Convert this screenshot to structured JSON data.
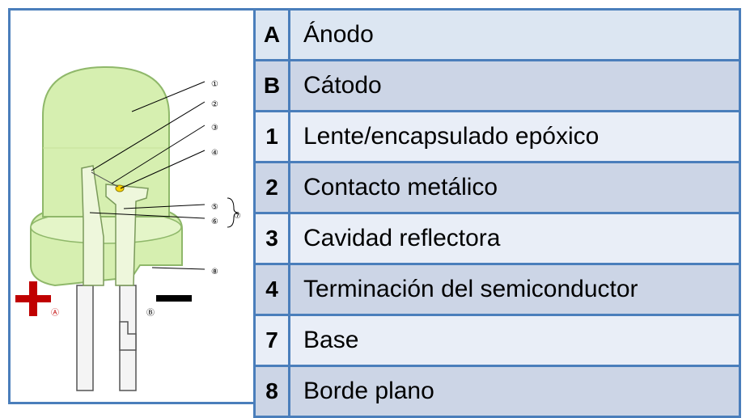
{
  "diagram": {
    "callouts": [
      "①",
      "②",
      "③",
      "④",
      "⑤",
      "⑥",
      "⑦",
      "⑧"
    ],
    "anode_label": "Ⓐ",
    "cathode_label": "Ⓑ",
    "plus_sign": "+",
    "minus_sign": "—"
  },
  "legend": {
    "rows": [
      {
        "key": "A",
        "desc": "Ánodo"
      },
      {
        "key": "B",
        "desc": "Cátodo"
      },
      {
        "key": "1",
        "desc": "Lente/encapsulado epóxico"
      },
      {
        "key": "2",
        "desc": "Contacto metálico"
      },
      {
        "key": "3",
        "desc": "Cavidad reflectora"
      },
      {
        "key": "4",
        "desc": "Terminación del semiconductor"
      },
      {
        "key": "7",
        "desc": "Base"
      },
      {
        "key": "8",
        "desc": "Borde plano"
      }
    ]
  },
  "colors": {
    "border": "#4a7ebb",
    "led_body": "#d6efb0",
    "led_outline": "#8fb86a",
    "plus": "#c00000",
    "anode_circle": "#c00000"
  }
}
